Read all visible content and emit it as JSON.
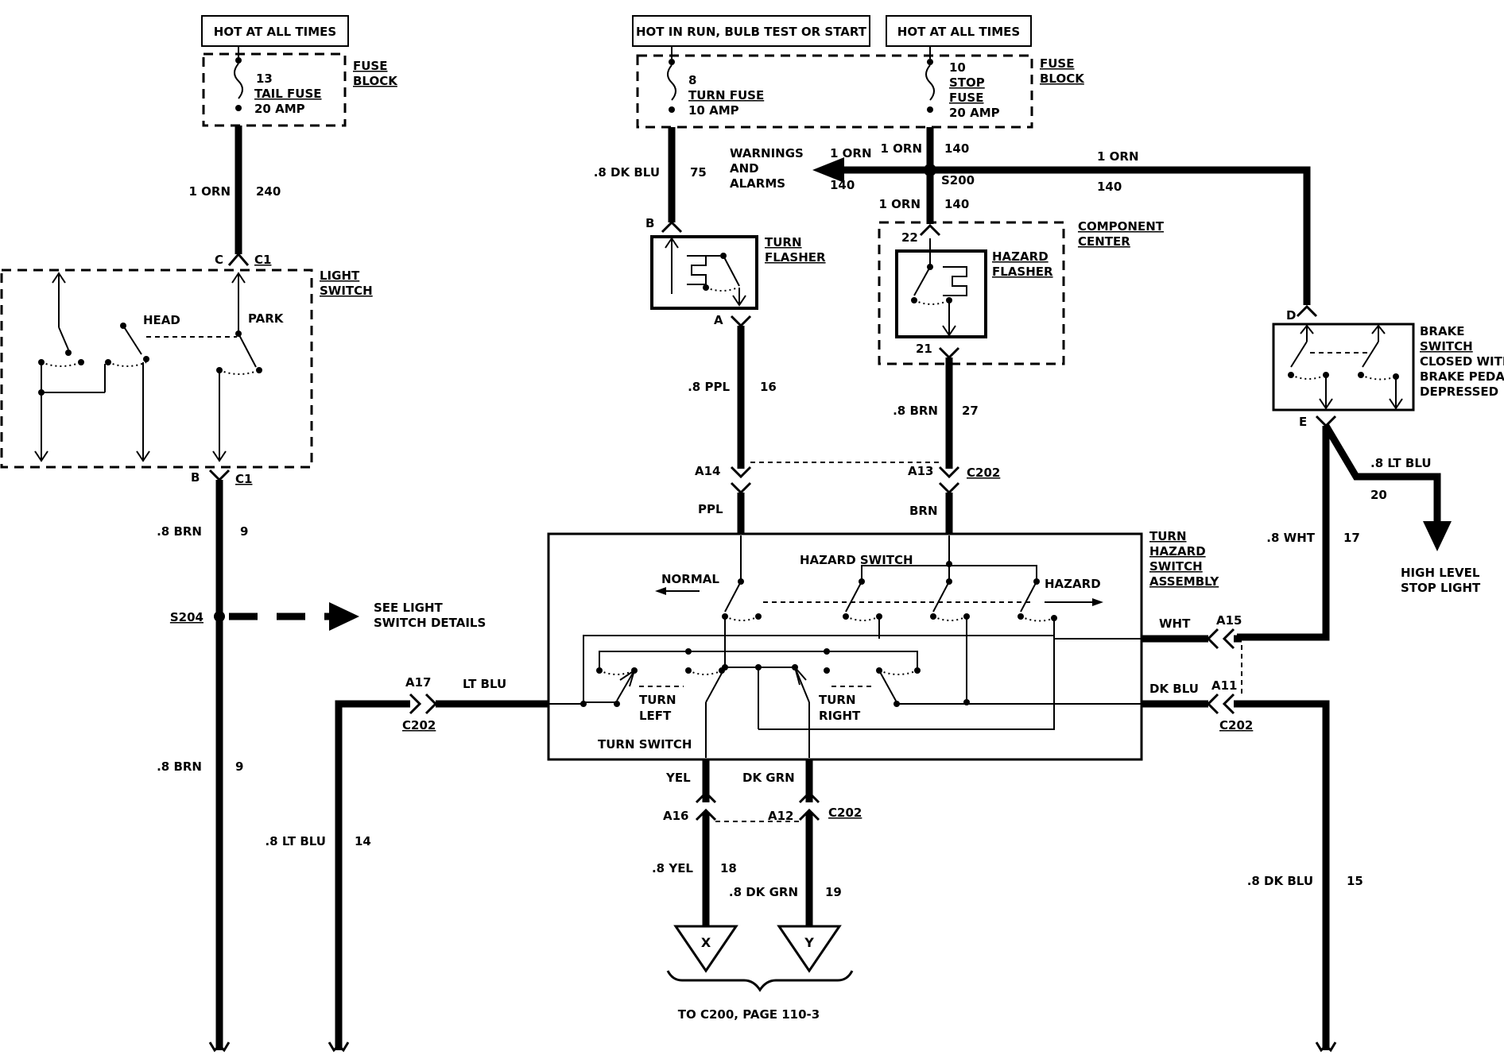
{
  "sources": {
    "hot_all_times_left": "HOT AT ALL TIMES",
    "hot_run": "HOT IN RUN,  BULB TEST OR START",
    "hot_all_times_right": "HOT AT ALL TIMES"
  },
  "fuse_block": {
    "line1": "FUSE",
    "line2": "BLOCK"
  },
  "fuses": {
    "tail": {
      "number": "13",
      "name": "TAIL FUSE",
      "amp": "20 AMP"
    },
    "turn": {
      "number": "8",
      "name": "TURN FUSE",
      "amp": "10 AMP"
    },
    "stop": {
      "number": "10",
      "name1": "STOP",
      "name2": "FUSE",
      "amp": "20 AMP"
    }
  },
  "wires": {
    "w240": {
      "size": "1 ORN",
      "circuit": "240"
    },
    "w75": {
      "size": ".8 DK BLU",
      "circuit": "75"
    },
    "w140_up": {
      "size": "1 ORN",
      "circuit": "140"
    },
    "w140_down": {
      "size": "1 ORN",
      "circuit": "140"
    },
    "w140_left": {
      "size": "1 ORN",
      "circuit": "140"
    },
    "w140_right": {
      "size": "1 ORN",
      "circuit": "140"
    },
    "w9_top": {
      "size": ".8 BRN",
      "circuit": "9"
    },
    "w9_bottom": {
      "size": ".8 BRN",
      "circuit": "9"
    },
    "w16": {
      "size": ".8 PPL",
      "circuit": "16"
    },
    "w27": {
      "size": ".8 BRN",
      "circuit": "27"
    },
    "w20": {
      "size": ".8 LT BLU",
      "circuit": "20"
    },
    "w17": {
      "size": ".8 WHT",
      "circuit": "17"
    },
    "w14": {
      "size": ".8 LT BLU",
      "circuit": "14"
    },
    "w18": {
      "size": ".8 YEL",
      "circuit": "18"
    },
    "w19": {
      "size": ".8 DK GRN",
      "circuit": "19"
    },
    "w15": {
      "size": ".8 DK BLU",
      "circuit": "15"
    },
    "ppl": "PPL",
    "brn": "BRN",
    "lt_blu": "LT BLU",
    "wht": "WHT",
    "dk_blu": "DK BLU",
    "yel": "YEL",
    "dk_grn": "DK GRN"
  },
  "warnings": {
    "line1": "WARNINGS",
    "line2": "AND",
    "line3": "ALARMS"
  },
  "splices": {
    "s200": "S200",
    "s204": "S204"
  },
  "components": {
    "light_switch": {
      "line1": "LIGHT",
      "line2": "SWITCH",
      "head": "HEAD",
      "park": "PARK"
    },
    "turn_flasher": {
      "line1": "TURN",
      "line2": "FLASHER"
    },
    "hazard_flasher": {
      "line1": "HAZARD",
      "line2": "FLASHER"
    },
    "component_center": {
      "line1": "COMPONENT",
      "line2": "CENTER"
    },
    "brake_switch": {
      "line1": "BRAKE",
      "line2": "SWITCH",
      "line3": "CLOSED WITH",
      "line4": "BRAKE PEDAL",
      "line5": "DEPRESSED"
    },
    "turn_hazard": {
      "line1": "TURN",
      "line2": "HAZARD",
      "line3": "SWITCH",
      "line4": "ASSEMBLY"
    },
    "hazard_switch": "HAZARD SWITCH",
    "normal": "NORMAL",
    "hazard": "HAZARD",
    "turn_left1": "TURN",
    "turn_left2": "LEFT",
    "turn_right1": "TURN",
    "turn_right2": "RIGHT",
    "turn_switch": "TURN SWITCH"
  },
  "connectors": {
    "c": "C",
    "c1_top": "C1",
    "b": "B",
    "c1_bottom": "C1",
    "pin_b": "B",
    "pin_a": "A",
    "pin_22": "22",
    "pin_21": "21",
    "pin_d": "D",
    "pin_e": "E",
    "a14": "A14",
    "a13": "A13",
    "c202_top": "C202",
    "a17": "A17",
    "c202_left": "C202",
    "a15": "A15",
    "a11": "A11",
    "c202_right": "C202",
    "a16": "A16",
    "a12": "A12",
    "c202_bottom": "C202"
  },
  "notes": {
    "see_light1": "SEE LIGHT",
    "see_light2": "SWITCH DETAILS",
    "high_level1": "HIGH LEVEL",
    "high_level2": "STOP LIGHT",
    "x": "X",
    "y": "Y",
    "to_c200": "TO C200, PAGE 110-3"
  }
}
